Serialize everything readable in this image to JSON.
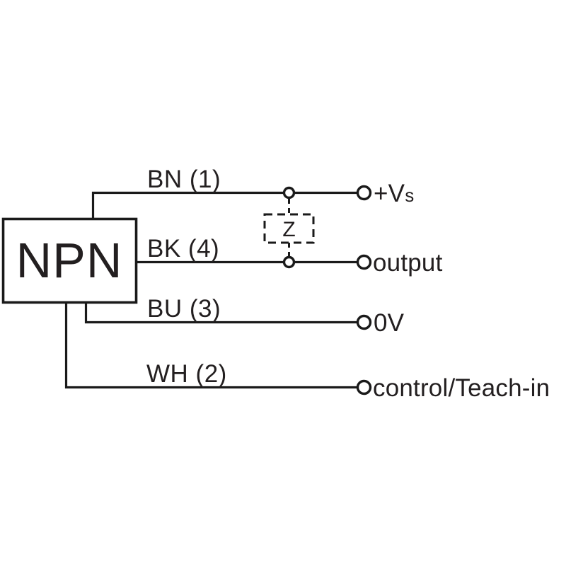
{
  "diagram": {
    "title": "NPN sensor connection diagram",
    "device": {
      "label": "NPN",
      "name": "sensor-block"
    },
    "protection": {
      "label": "Z",
      "name": "zener-diode-symbol"
    },
    "wires": [
      {
        "id": "bn",
        "label": "BN (1)",
        "color_code": "BN",
        "pin": "1",
        "terminal": "+Vs"
      },
      {
        "id": "bk",
        "label": "BK (4)",
        "color_code": "BK",
        "pin": "4",
        "terminal": "output"
      },
      {
        "id": "bu",
        "label": "BU (3)",
        "color_code": "BU",
        "pin": "3",
        "terminal": "0V"
      },
      {
        "id": "wh",
        "label": "WH (2)",
        "color_code": "WH",
        "pin": "2",
        "terminal": "control/Teach-in"
      }
    ],
    "terminals": [
      {
        "id": "vs",
        "label_main": "+V",
        "label_sub": "s",
        "full": "+Vs"
      },
      {
        "id": "output",
        "label_main": "output",
        "label_sub": "",
        "full": "output"
      },
      {
        "id": "zerovolt",
        "label_main": "0V",
        "label_sub": "",
        "full": "0V"
      },
      {
        "id": "control",
        "label_main": "control/Teach-in",
        "label_sub": "",
        "full": "control/Teach-in"
      }
    ],
    "colors": {
      "line": "#1a1a1a",
      "text": "#231f20",
      "background": "#ffffff"
    }
  }
}
